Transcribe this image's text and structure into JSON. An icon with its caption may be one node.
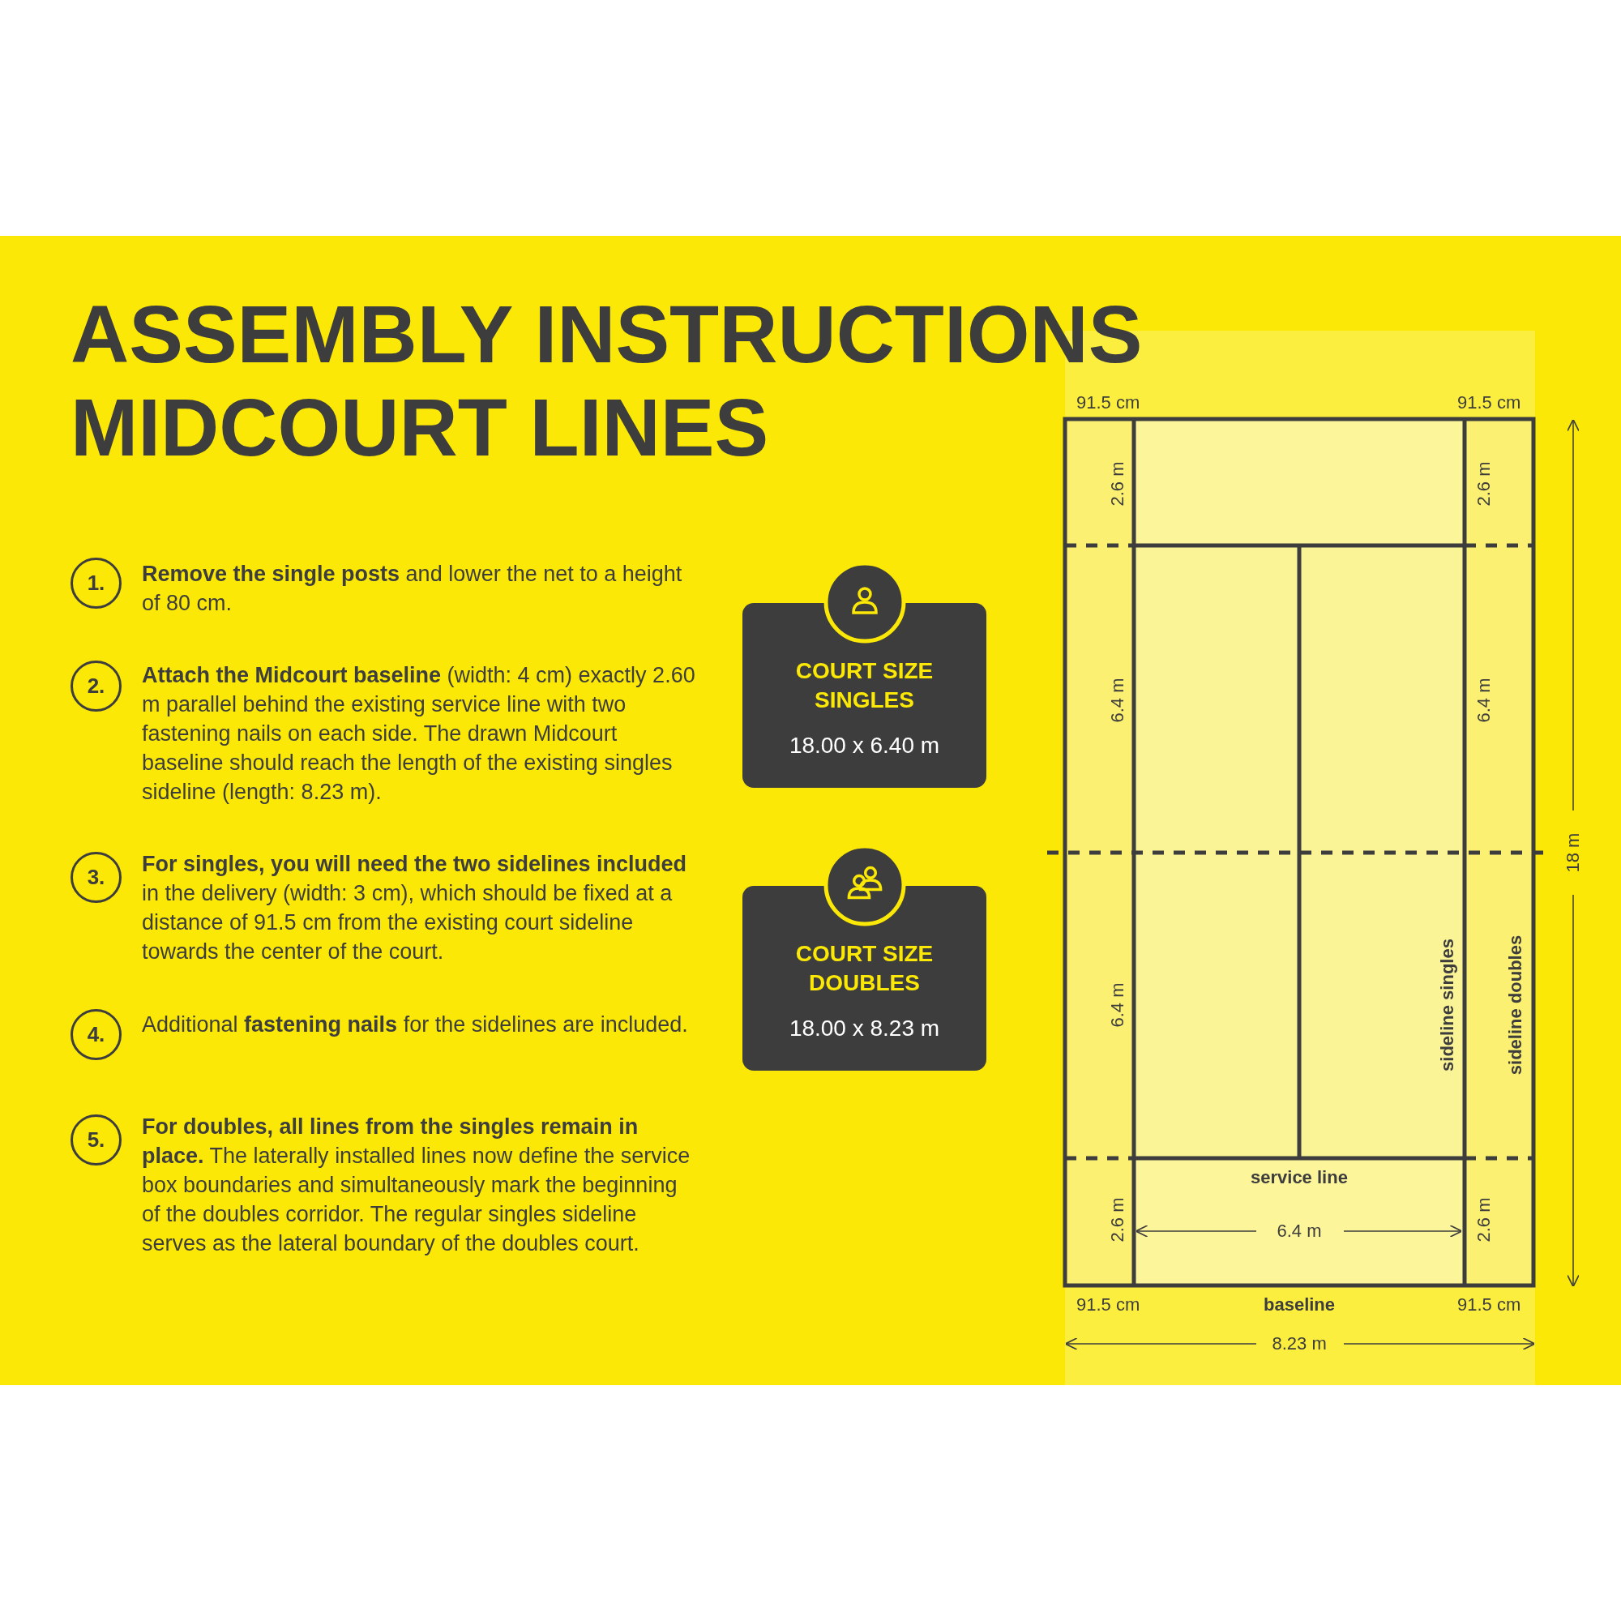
{
  "diagram": {
    "title": "ASSEMBLY INSTRUCTIONS MIDCOURT LINES",
    "nodes": [
      {
        "text": [
          "1."
        ],
        "beside": [
          "**Remove the single posts** and lower the net to a height of 80 cm."
        ]
      },
      {
        "text": [
          "2."
        ],
        "beside": [
          "**Attach the Midcourt baseline** (width: 4 cm) exactly 2.60 m parallel behind the existing service line with two fastening nails on each side. The drawn Midcourt baseline should reach the length of the existing singles sideline (length: 8.23 m)."
        ]
      },
      {
        "text": [
          "3."
        ],
        "beside": [
          "**For singles, you will need the two sidelines included** in the delivery (width: 3 cm), which should be fixed at a distance of 91.5 cm from the existing court sideline towards the center of the court."
        ]
      },
      {
        "text": [
          "4."
        ],
        "beside": [
          "Additional **fastening nails** for the sidelines are included."
        ]
      },
      {
        "text": [
          "5."
        ],
        "beside": [
          "**For doubles, all lines from the singles remain in place.** The laterally installed lines now define the service box boundaries and simultaneously mark the beginning of the doubles corridor. The regular singles sideline serves as the lateral boundary of the doubles court."
        ]
      },
      {
        "text": [
          "COURT SIZE SINGLES",
          "18.00 x 6.40 m"
        ]
      },
      {
        "text": [
          "COURT SIZE DOUBLES",
          "18.00 x 8.23 m"
        ]
      }
    ],
    "labels": [
      "91.5 cm",
      "91.5 cm",
      "2.6 m",
      "2.6 m",
      "6.4 m",
      "6.4 m",
      "18 m",
      "6.4 m",
      "sideline singles",
      "sideline doubles",
      "service line",
      "2.6 m",
      "6.4 m",
      "2.6 m",
      "91.5 cm",
      "baseline",
      "91.5 cm",
      "8.23 m"
    ]
  }
}
